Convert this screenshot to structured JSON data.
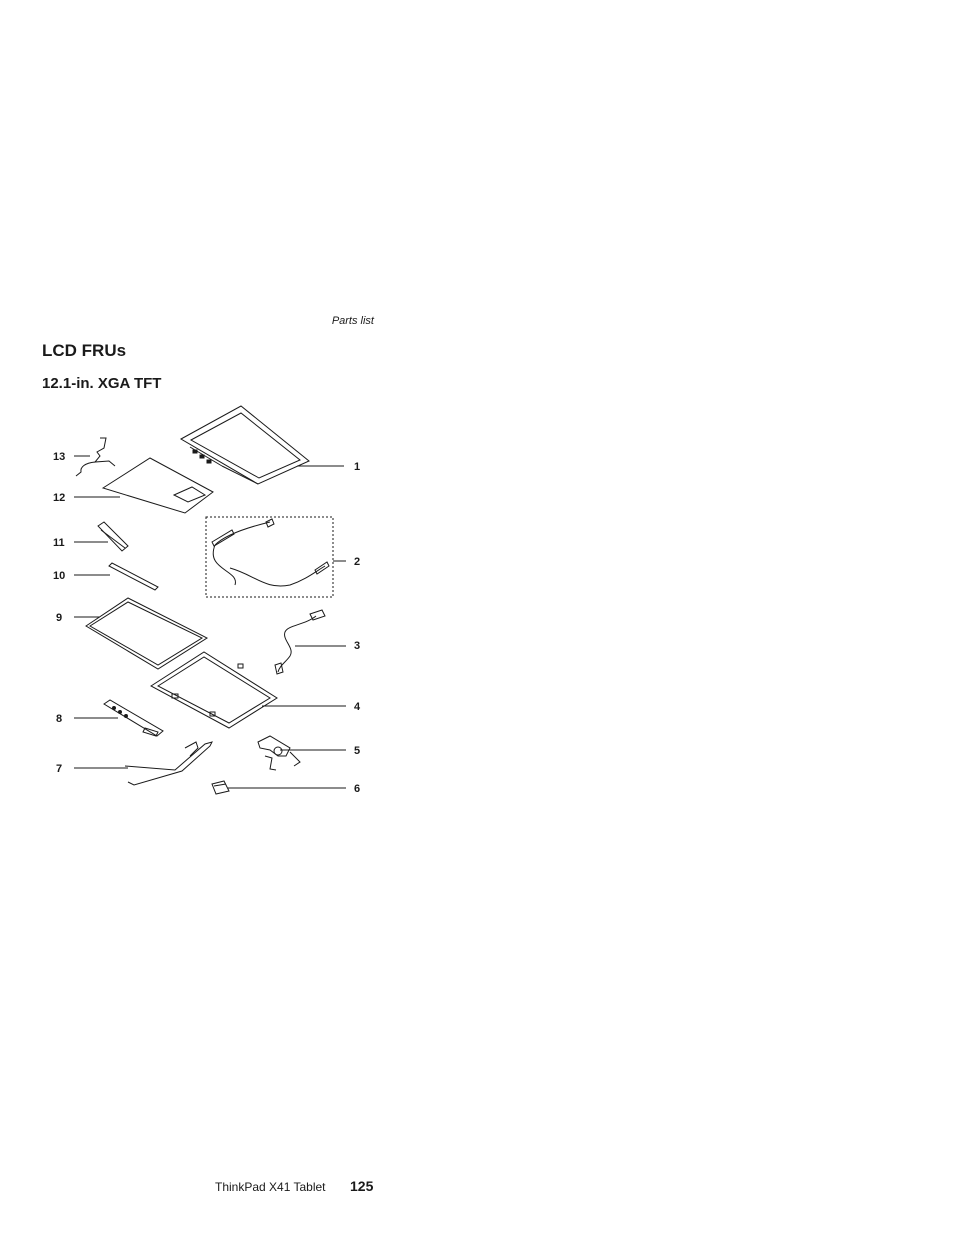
{
  "header": {
    "running_head": "Parts list"
  },
  "section": {
    "title": "LCD FRUs",
    "subtitle": "12.1-in. XGA TFT"
  },
  "figure": {
    "callouts": [
      "1",
      "2",
      "3",
      "4",
      "5",
      "6",
      "7",
      "8",
      "9",
      "10",
      "11",
      "12",
      "13"
    ]
  },
  "footer": {
    "book_title": "ThinkPad X41 Tablet",
    "page_number": "125"
  }
}
